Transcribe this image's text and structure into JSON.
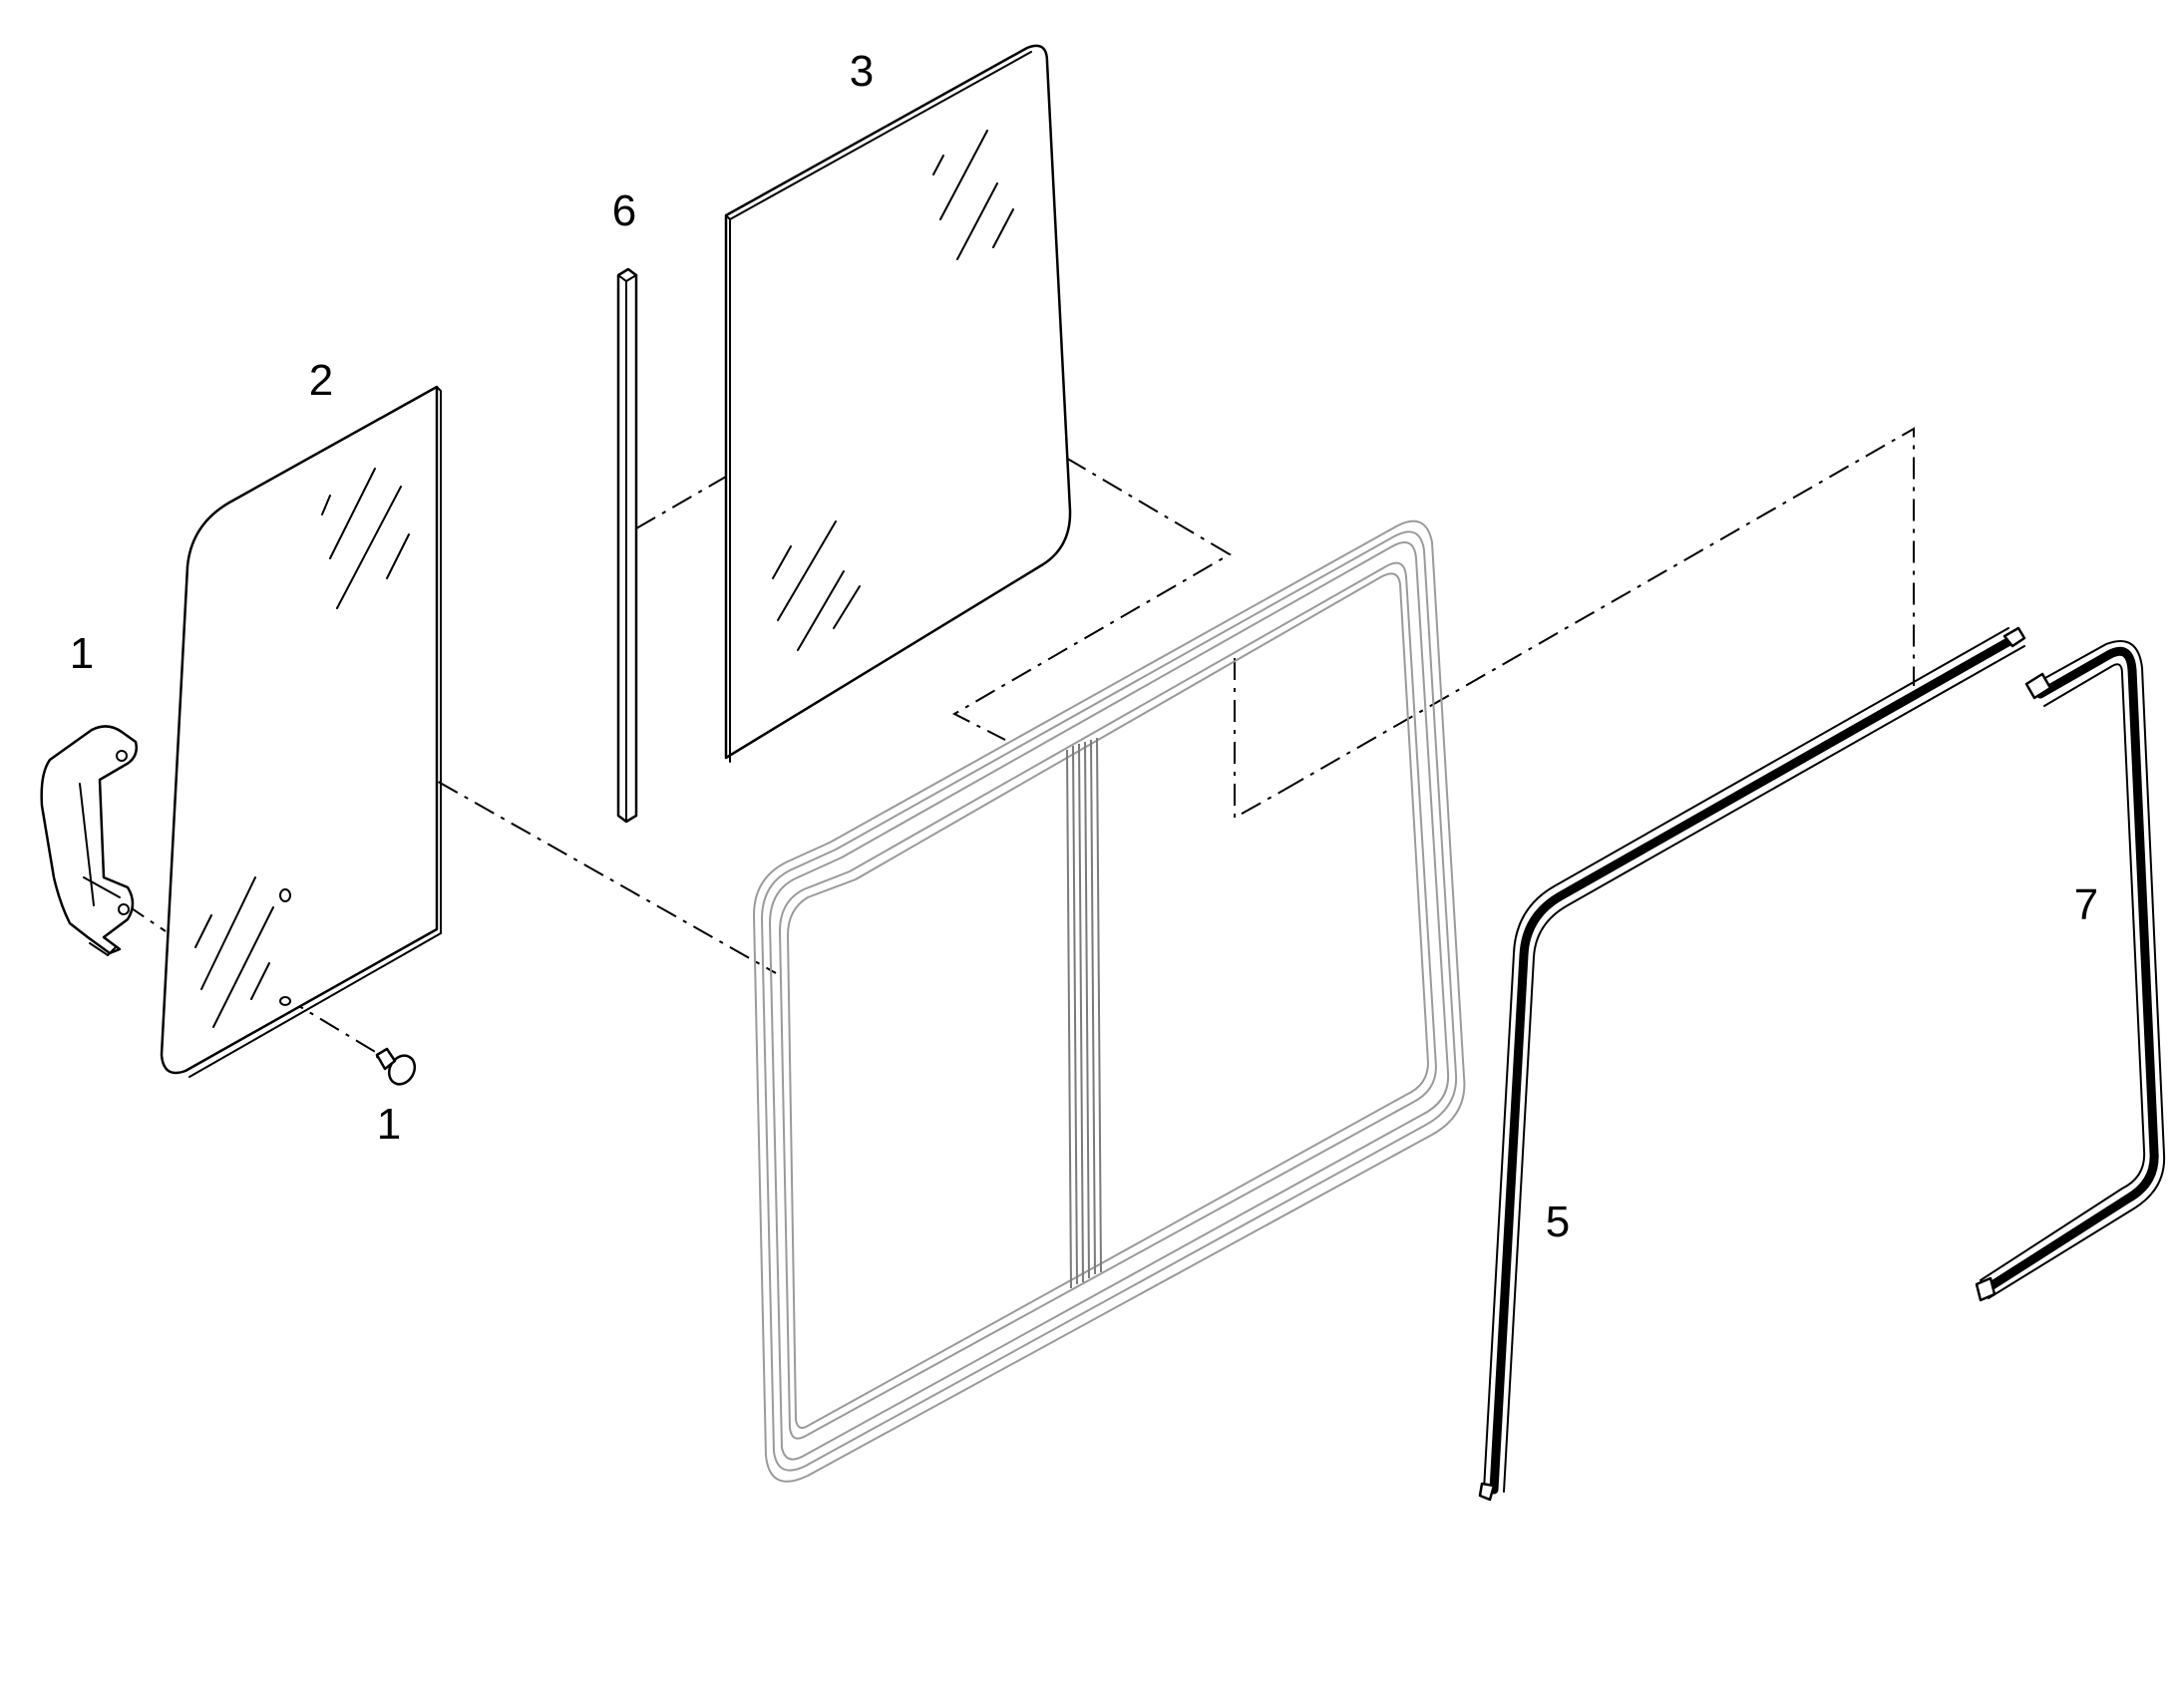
{
  "callouts": {
    "handle": "1",
    "knob": "1",
    "glass_left": "2",
    "glass_right": "3",
    "seal_bottom": "5",
    "divider_strip": "6",
    "seal_side": "7"
  },
  "colors": {
    "line": "#000000",
    "frame": "#9a9a9a",
    "background": "#ffffff"
  }
}
